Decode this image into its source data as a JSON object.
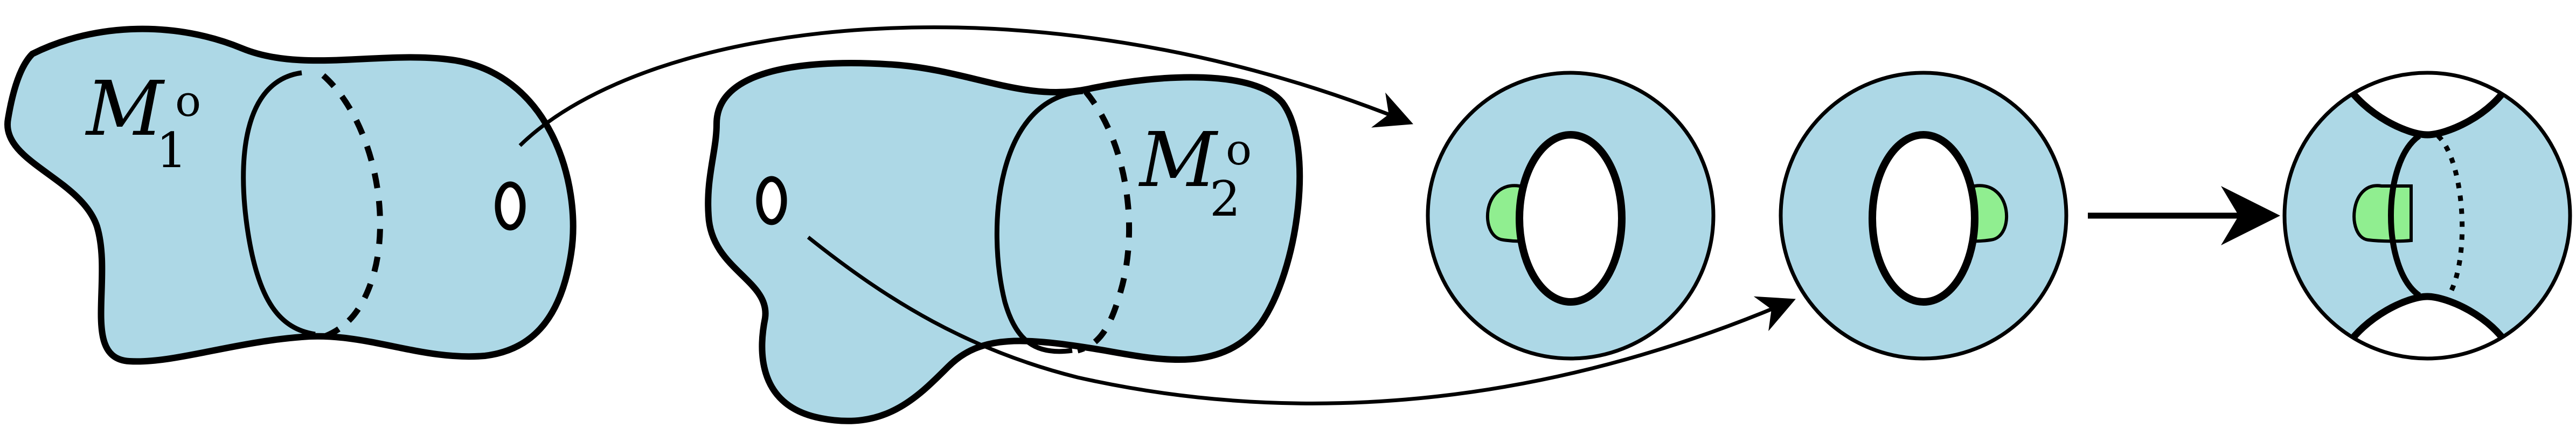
{
  "labels": {
    "m1": {
      "main": "M",
      "sub": "1",
      "sup": "o"
    },
    "m2": {
      "main": "M",
      "sub": "2",
      "sup": "o"
    }
  },
  "colors": {
    "manifold_fill": "#add8e6",
    "handle_fill": "#90ee90",
    "stroke": "#000000",
    "background": "#ffffff"
  }
}
